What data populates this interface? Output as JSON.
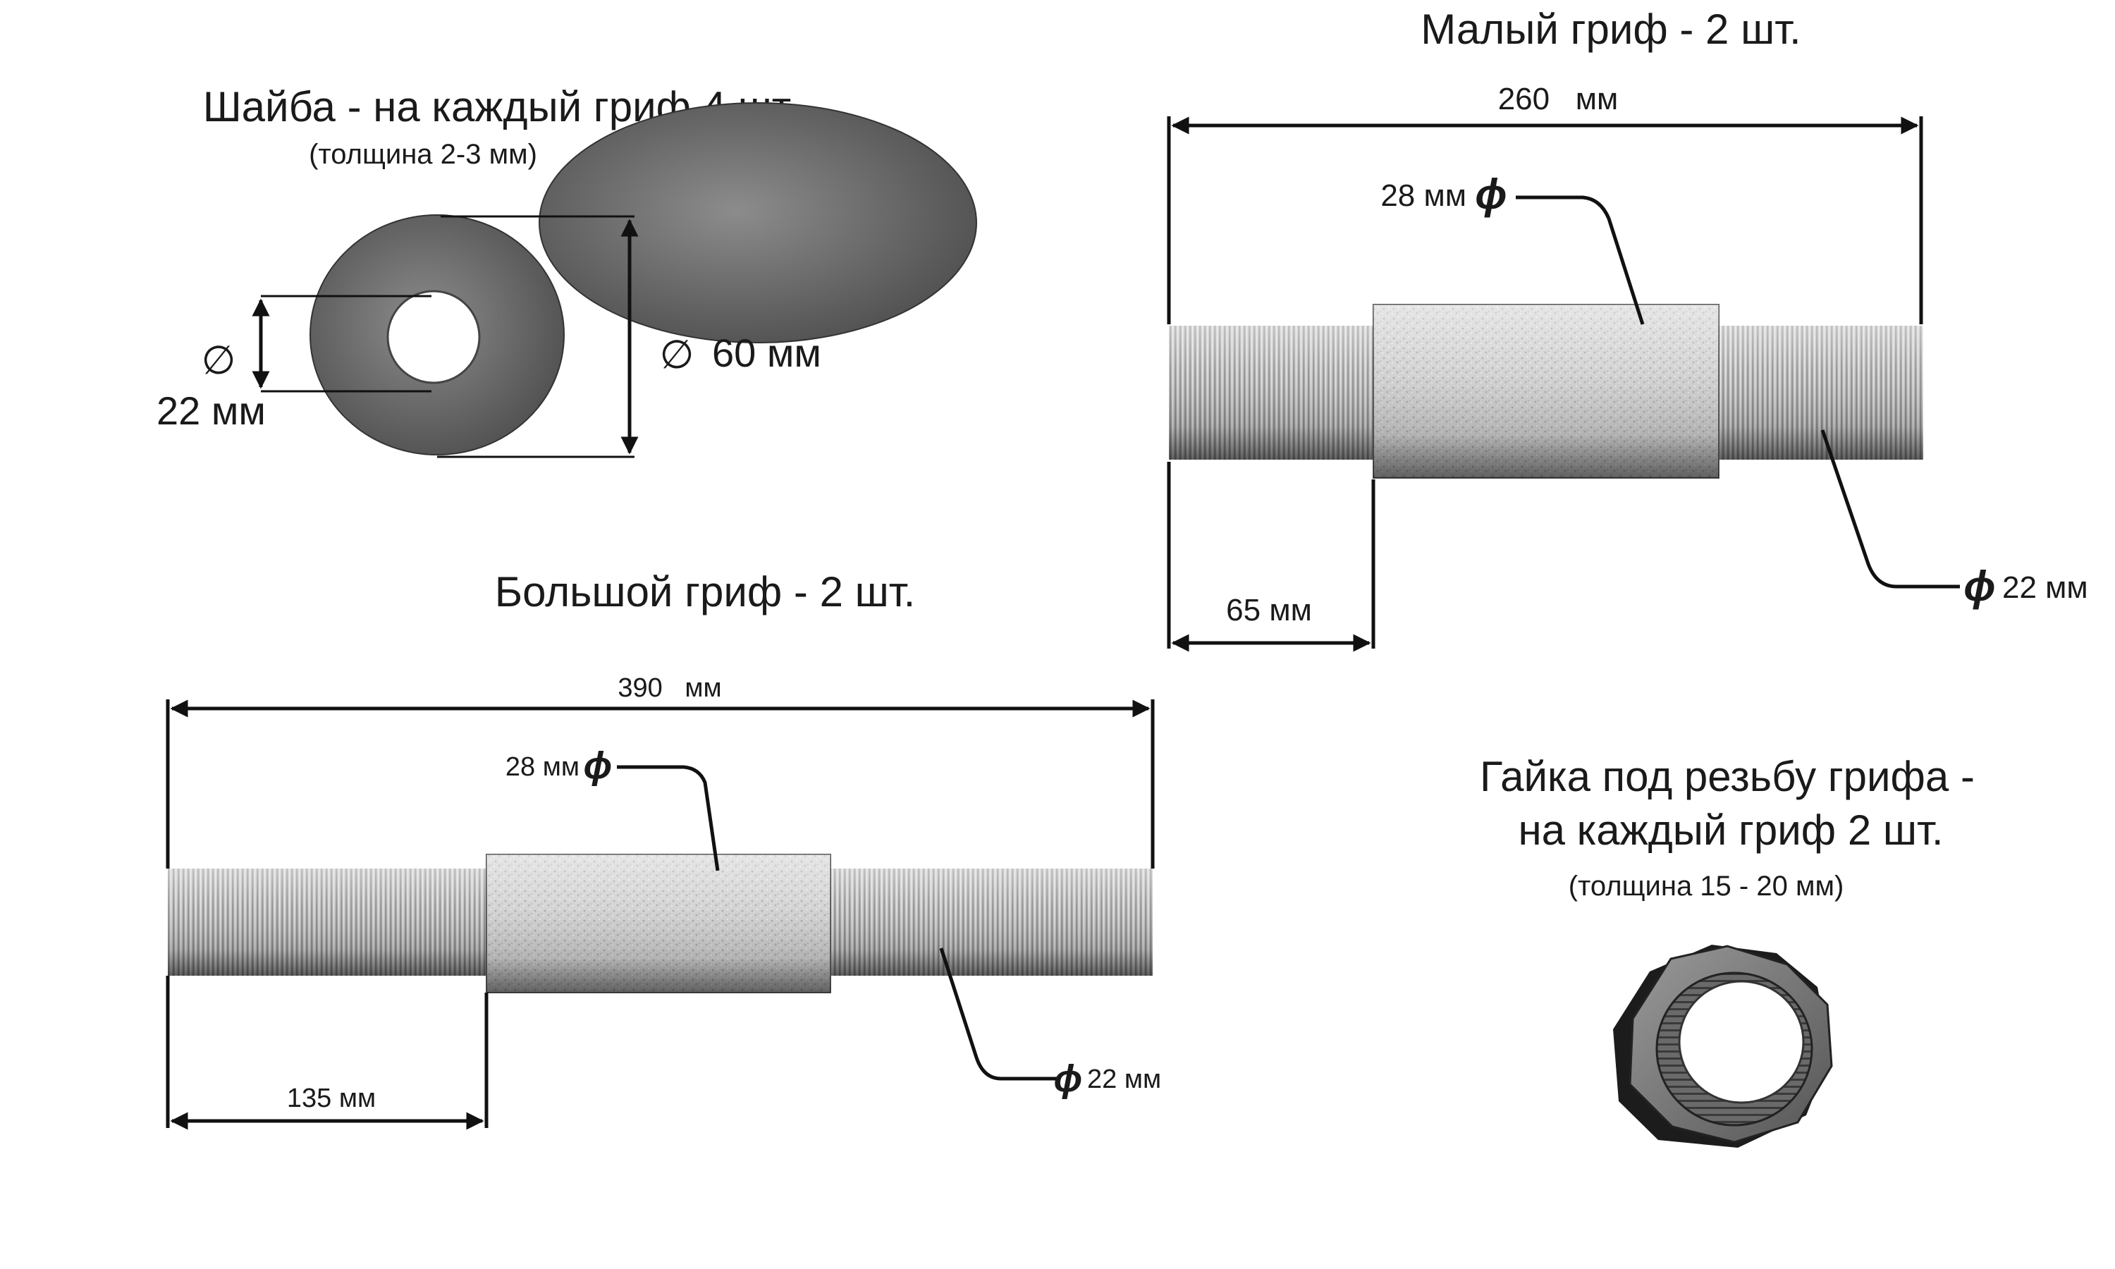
{
  "washer": {
    "title": "Шайба - на каждый гриф 4 шт.",
    "thickness": "(толщина 2-3 мм)",
    "inner_diameter": "22 мм",
    "outer_diameter": "60 мм",
    "diameter_symbol": "∅"
  },
  "small_bar": {
    "title": "Малый гриф - 2 шт.",
    "length": "260   мм",
    "center_diameter": "28 мм",
    "thread_length": "65 мм",
    "thread_diameter": "22 мм",
    "diameter_symbol": "ϕ"
  },
  "large_bar": {
    "title": "Большой гриф - 2 шт.",
    "length": "390   мм",
    "center_diameter": "28 мм",
    "thread_length": "135 мм",
    "thread_diameter": "22 мм",
    "diameter_symbol": "ϕ"
  },
  "nut": {
    "title_line1": "Гайка под резьбу грифа -",
    "title_line2": "на каждый гриф 2 шт.",
    "thickness": "(толщина 15 - 20 мм)"
  },
  "colors": {
    "washer_fill": "#6f6f6f",
    "bar_thread": "#bdbdbd",
    "bar_center": "#d6d6d6",
    "nut_face": "#7a7a7a",
    "nut_side": "#1c1c1c"
  }
}
